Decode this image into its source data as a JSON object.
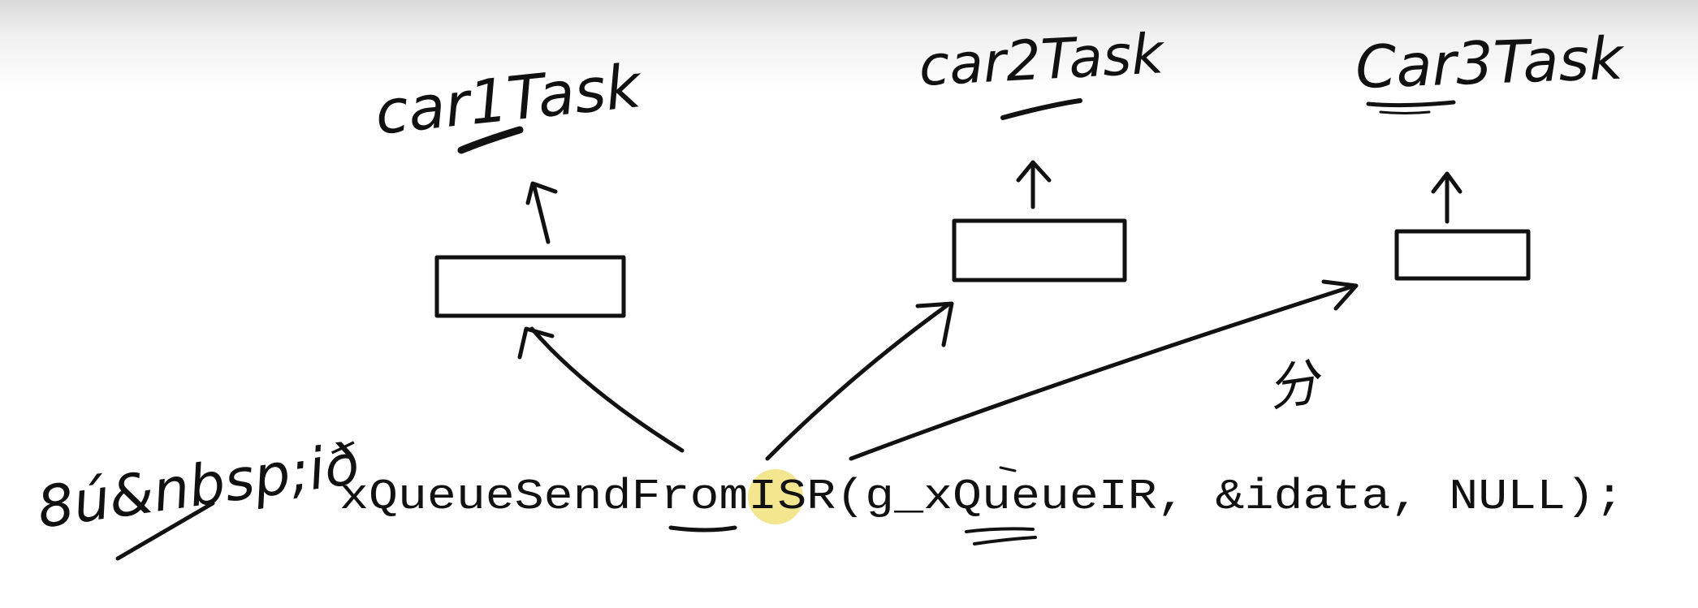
{
  "tasks": [
    {
      "label": "car1Task"
    },
    {
      "label": "car2Task"
    },
    {
      "label": "Car3Task"
    }
  ],
  "code_line": "xQueueSendFromISR(g_xQueueIR, &idata, NULL);",
  "left_note": "8ú&nbsp;ið",
  "side_note": "分",
  "colors": {
    "ink": "#111111",
    "cursor_highlight": "#f2e27a"
  }
}
